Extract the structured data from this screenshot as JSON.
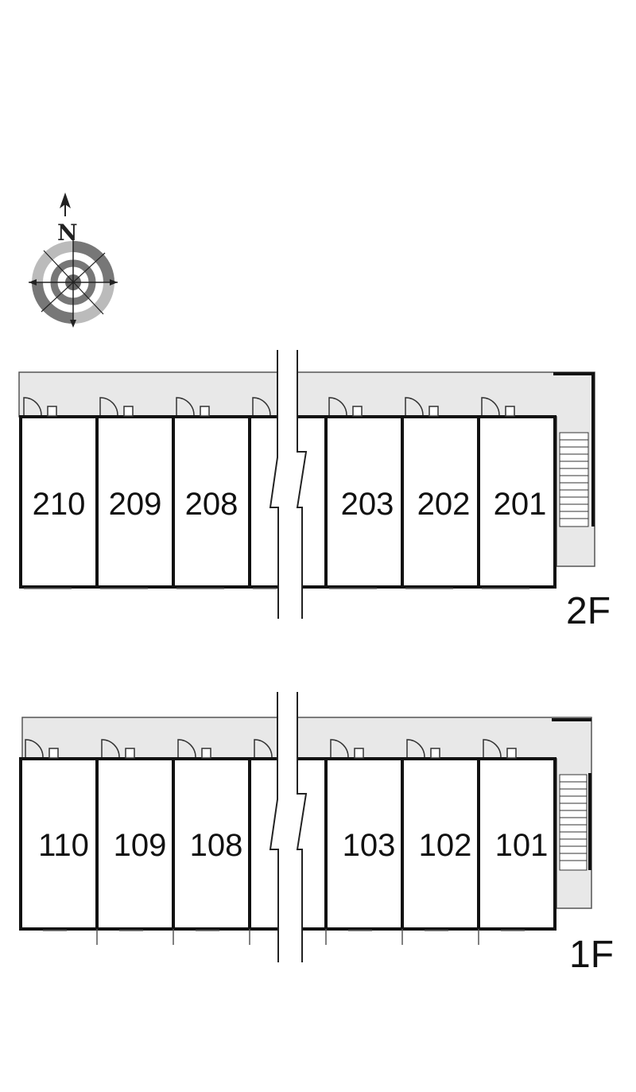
{
  "compass": {
    "north_label": "N"
  },
  "floors": [
    {
      "label": "2F",
      "units_left": [
        "210",
        "209",
        "208"
      ],
      "units_right": [
        "203",
        "202",
        "201"
      ]
    },
    {
      "label": "1F",
      "units_left": [
        "110",
        "109",
        "108"
      ],
      "units_right": [
        "103",
        "102",
        "101"
      ]
    }
  ],
  "colors": {
    "corridor": "#e8e8e8",
    "wall": "#111111",
    "compass_ring": "#777777",
    "compass_ring_light": "#bbbbbb"
  }
}
